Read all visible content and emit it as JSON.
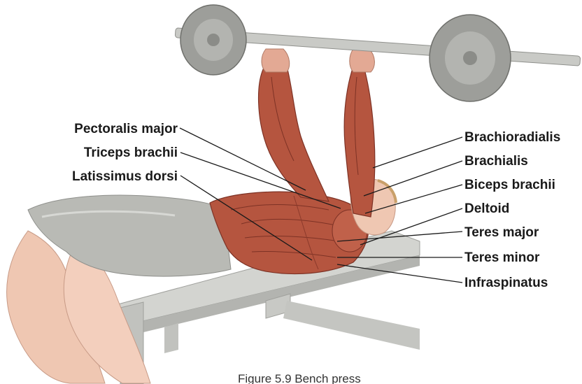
{
  "diagram": {
    "labels_left": [
      {
        "text": "Pectoralis major"
      },
      {
        "text": "Triceps brachii"
      },
      {
        "text": "Latissimus dorsi"
      }
    ],
    "labels_right": [
      {
        "text": "Brachioradialis"
      },
      {
        "text": "Brachialis"
      },
      {
        "text": "Biceps brachii"
      },
      {
        "text": "Deltoid"
      },
      {
        "text": "Teres major"
      },
      {
        "text": "Teres minor"
      },
      {
        "text": "Infraspinatus"
      }
    ],
    "caption": "Figure 5.9 Bench press",
    "colors": {
      "muscle": "#b5553f",
      "muscle_dark": "#8c3a2b",
      "skin": "#efc7b2",
      "shorts": "#b9bab5",
      "bench": "#cfd0cc",
      "plate": "#a8a9a5",
      "bar": "#c9cac6"
    }
  }
}
